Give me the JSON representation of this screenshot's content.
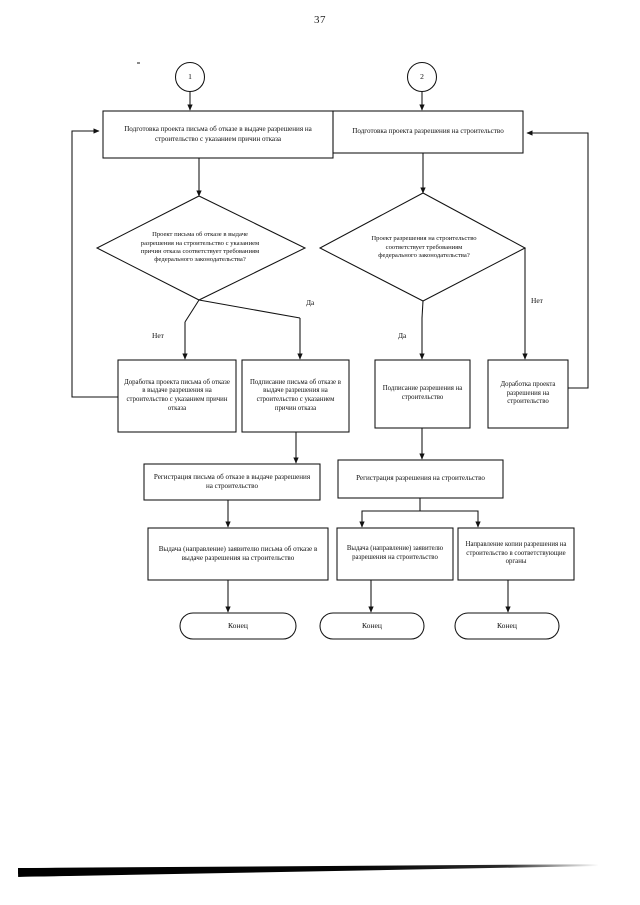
{
  "document": {
    "page_number": "37",
    "language": "ru",
    "ink_color": "#0d0d0d",
    "paper_color": "#ffffff"
  },
  "chart_data": {
    "type": "diagram",
    "subtype": "flowchart",
    "title": "",
    "orientation": "top-to-bottom",
    "nodes": [
      {
        "id": "c1",
        "shape": "connector",
        "label": "1"
      },
      {
        "id": "c2",
        "shape": "connector",
        "label": "2"
      },
      {
        "id": "p1",
        "shape": "process",
        "label": "Подготовка проекта письма об отказе в выдаче разрешения на строительство с указанием причин отказа"
      },
      {
        "id": "p2",
        "shape": "process",
        "label": "Подготовка проекта разрешения на строительство"
      },
      {
        "id": "d1",
        "shape": "decision",
        "label": "Проект письма об отказе в выдаче разрешения на строительство с указанием причин отказа соответствует требованиям федерального законодательства?"
      },
      {
        "id": "d2",
        "shape": "decision",
        "label": "Проект разрешения на строительство соответствует требованиям федерального законодательства?"
      },
      {
        "id": "p3",
        "shape": "process",
        "label": "Доработка проекта письма об отказе в выдаче разрешения на строительство с указанием причин отказа"
      },
      {
        "id": "p4",
        "shape": "process",
        "label": "Подписание письма об отказе в выдаче разрешения на строительство с указанием причин отказа"
      },
      {
        "id": "p5",
        "shape": "process",
        "label": "Подписание разрешения на строительство"
      },
      {
        "id": "p6",
        "shape": "process",
        "label": "Доработка проекта разрешения на строительство"
      },
      {
        "id": "p7",
        "shape": "process",
        "label": "Регистрация письма об отказе в выдаче разрешения на строительство"
      },
      {
        "id": "p8",
        "shape": "process",
        "label": "Регистрация разрешения на строительство"
      },
      {
        "id": "p9",
        "shape": "process",
        "label": "Выдача (направление) заявителю письма об отказе в выдаче разрешения на строительство"
      },
      {
        "id": "p10",
        "shape": "process",
        "label": "Выдача (направление) заявителю разрешения на строительство"
      },
      {
        "id": "p11",
        "shape": "process",
        "label": "Направление копии разрешения на строительство в соответствующие органы"
      },
      {
        "id": "e1",
        "shape": "terminator",
        "label": "Конец"
      },
      {
        "id": "e2",
        "shape": "terminator",
        "label": "Конец"
      },
      {
        "id": "e3",
        "shape": "terminator",
        "label": "Конец"
      }
    ],
    "edges": [
      {
        "from": "c1",
        "to": "p1",
        "label": ""
      },
      {
        "from": "c2",
        "to": "p2",
        "label": ""
      },
      {
        "from": "p1",
        "to": "d1",
        "label": ""
      },
      {
        "from": "p2",
        "to": "d2",
        "label": ""
      },
      {
        "from": "d1",
        "to": "p3",
        "label": "Нет"
      },
      {
        "from": "d1",
        "to": "p4",
        "label": "Да"
      },
      {
        "from": "d2",
        "to": "p5",
        "label": "Да"
      },
      {
        "from": "d2",
        "to": "p6",
        "label": "Нет"
      },
      {
        "from": "p3",
        "to": "p1",
        "label": ""
      },
      {
        "from": "p6",
        "to": "p2",
        "label": ""
      },
      {
        "from": "p4",
        "to": "p7",
        "label": ""
      },
      {
        "from": "p5",
        "to": "p8",
        "label": ""
      },
      {
        "from": "p7",
        "to": "p9",
        "label": ""
      },
      {
        "from": "p8",
        "to": "p10",
        "label": ""
      },
      {
        "from": "p8",
        "to": "p11",
        "label": ""
      },
      {
        "from": "p9",
        "to": "e1",
        "label": ""
      },
      {
        "from": "p10",
        "to": "e2",
        "label": ""
      },
      {
        "from": "p11",
        "to": "e3",
        "label": ""
      }
    ],
    "branch_labels": [
      "Да",
      "Нет"
    ]
  },
  "connectors": {
    "one": "1",
    "two": "2"
  },
  "boxes": {
    "prep_refusal_letter": "Подготовка проекта письма об отказе в выдаче разрешения на строительство с указанием причин отказа",
    "prep_permit": "Подготовка проекта разрешения на строительство",
    "rework_refusal_letter": "Доработка проекта письма об отказе в выдаче разрешения на строительство с указанием причин отказа",
    "sign_refusal_letter": "Подписание письма об отказе в выдаче разрешения на строительство с указанием причин отказа",
    "sign_permit": "Подписание разрешения на строительство",
    "rework_permit": "Доработка проекта разрешения на строительство",
    "register_refusal_letter": "Регистрация письма об отказе в выдаче разрешения на строительство",
    "register_permit": "Регистрация разрешения на строительство",
    "issue_refusal_letter": "Выдача (направление) заявителю письма об отказе в выдаче разрешения на строительство",
    "issue_permit": "Выдача (направление) заявителю разрешения на строительство",
    "send_permit_copy": "Направление копии разрешения на строительство в соответствующие органы"
  },
  "decisions": {
    "refusal_letter_compliant": "Проект письма об отказе в выдаче разрешения на строительство с указанием причин отказа соответствует требованиям федерального законодательства?",
    "permit_compliant": "Проект разрешения на строительство соответствует требованиям федерального законодательства?"
  },
  "branches": {
    "left_no": "Нет",
    "left_yes": "Да",
    "right_yes": "Да",
    "right_no": "Нет"
  },
  "terminators": {
    "end_left": "Конец",
    "end_middle": "Конец",
    "end_right": "Конец"
  }
}
